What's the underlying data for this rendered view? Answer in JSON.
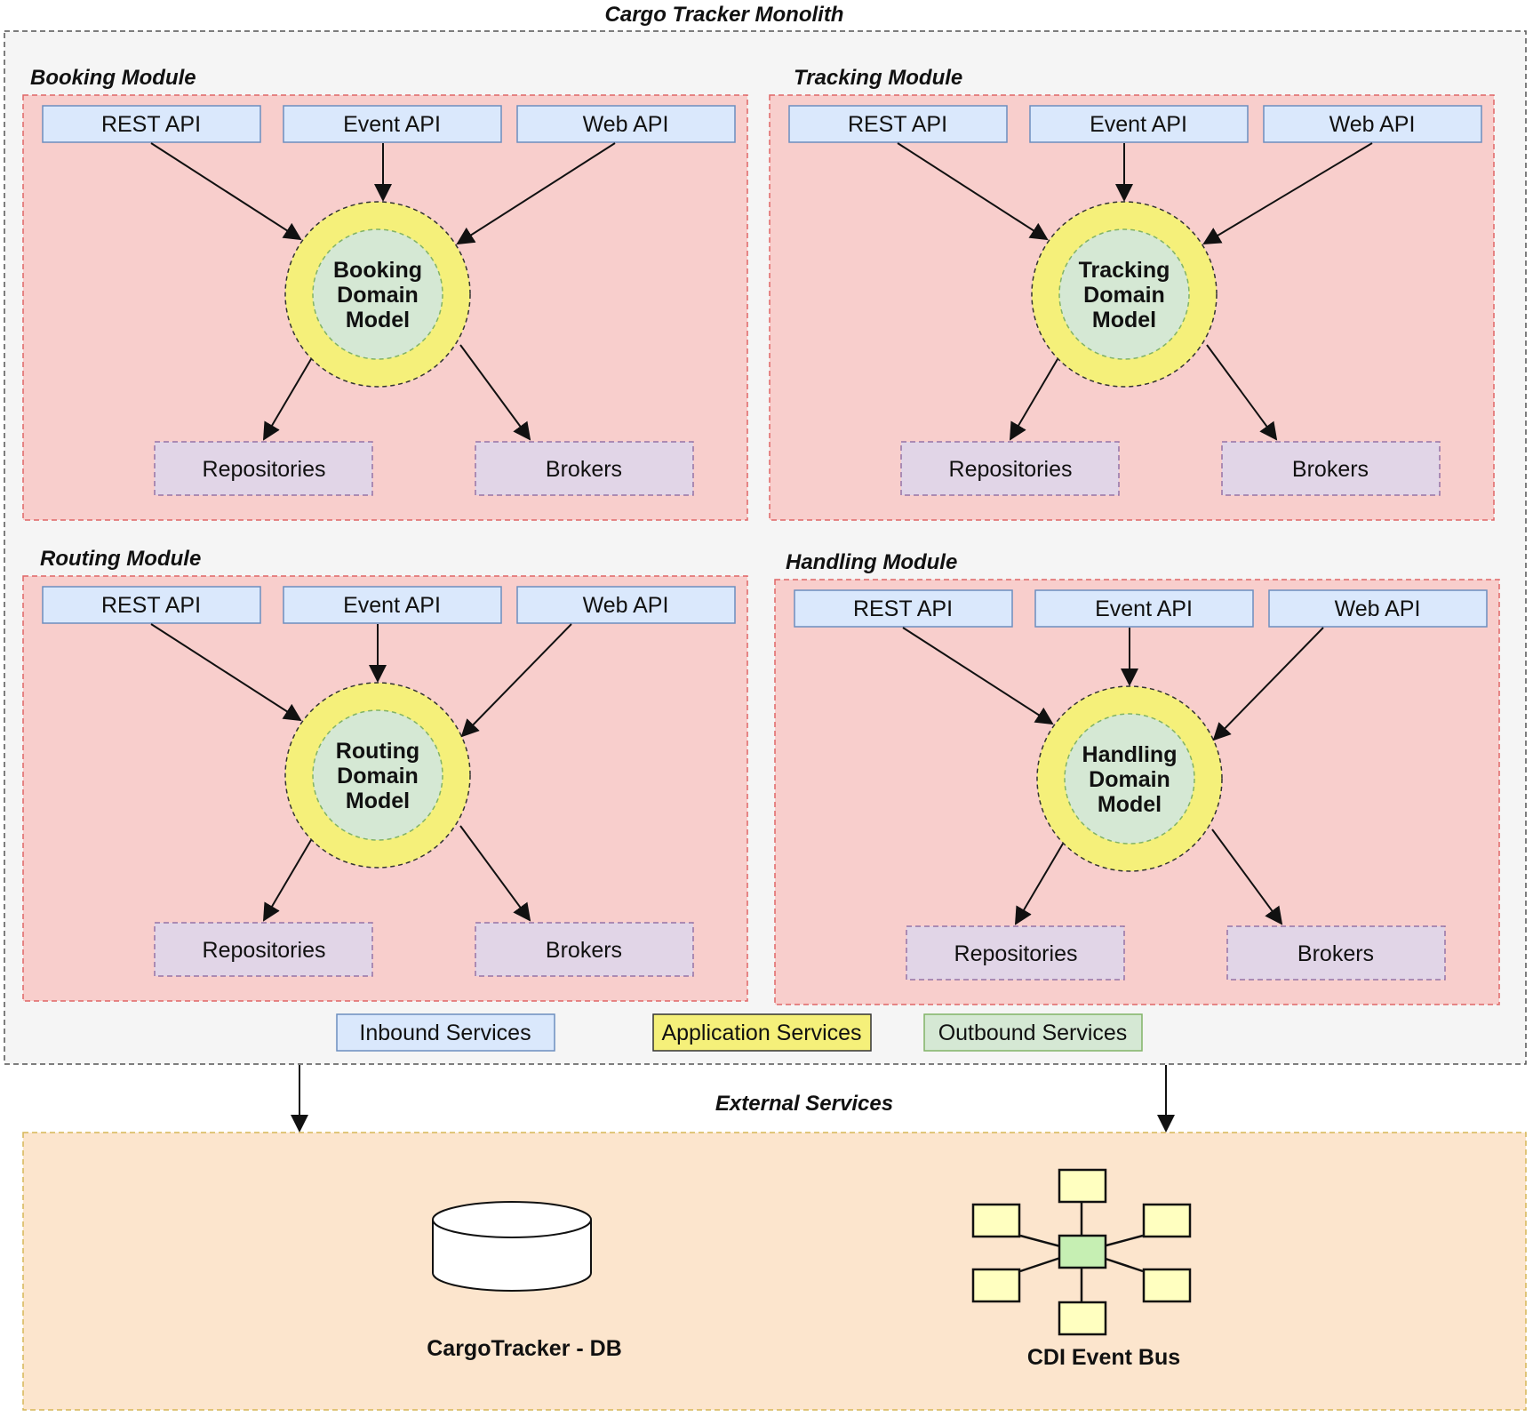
{
  "monolith": {
    "title": "Cargo Tracker Monolith"
  },
  "modules": [
    {
      "title": "Booking Module",
      "inbound": [
        "REST API",
        "Event API",
        "Web API"
      ],
      "core": [
        "Booking",
        "Domain",
        "Model"
      ],
      "outbound": [
        "Repositories",
        "Brokers"
      ]
    },
    {
      "title": "Tracking Module",
      "inbound": [
        "REST API",
        "Event API",
        "Web API"
      ],
      "core": [
        "Tracking",
        "Domain",
        "Model"
      ],
      "outbound": [
        "Repositories",
        "Brokers"
      ]
    },
    {
      "title": "Routing Module",
      "inbound": [
        "REST API",
        "Event API",
        "Web API"
      ],
      "core": [
        "Routing",
        "Domain",
        "Model"
      ],
      "outbound": [
        "Repositories",
        "Brokers"
      ]
    },
    {
      "title": "Handling Module",
      "inbound": [
        "REST API",
        "Event API",
        "Web API"
      ],
      "core": [
        "Handling",
        "Domain",
        "Model"
      ],
      "outbound": [
        "Repositories",
        "Brokers"
      ]
    }
  ],
  "legend": [
    {
      "label": "Inbound Services",
      "fill": "#dae8fc",
      "stroke": "#6c8ebf"
    },
    {
      "label": "Application Services",
      "fill": "#f5f07a",
      "stroke": "#333333"
    },
    {
      "label": "Outbound Services",
      "fill": "#d5e8d4",
      "stroke": "#82b366"
    }
  ],
  "external": {
    "title": "External Services",
    "db_label": "CargoTracker - DB",
    "bus_label": "CDI Event Bus"
  },
  "colors": {
    "module_fill": "#f8cecc",
    "module_stroke": "#e06666",
    "inbound_fill": "#dae8fc",
    "inbound_stroke": "#6c8ebf",
    "app_ring_fill": "#f5f07a",
    "domain_fill": "#d5e8d4",
    "outbound_fill": "#e1d5e7",
    "outbound_stroke": "#9673a6",
    "external_fill": "#fce5cd",
    "external_stroke": "#d6b656",
    "bus_node_fill": "#ffffc0",
    "bus_hub_fill": "#c6efb3"
  }
}
